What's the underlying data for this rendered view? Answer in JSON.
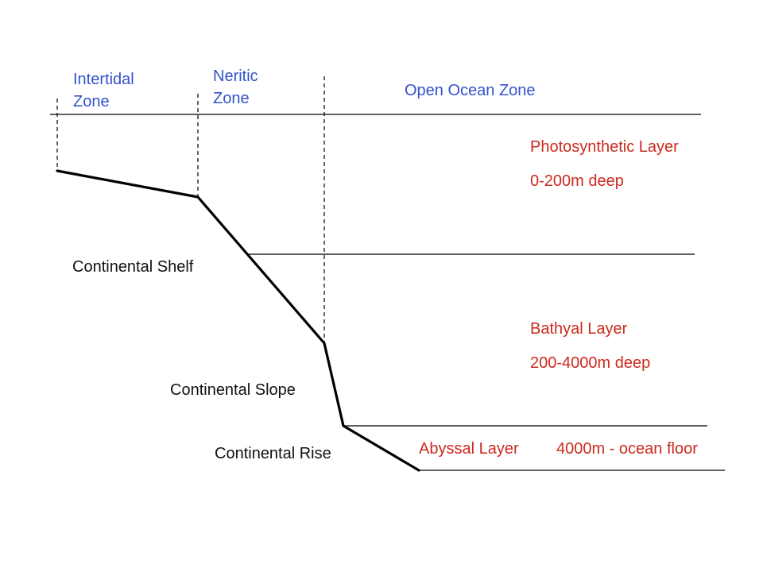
{
  "colors": {
    "zone_text": "#3352cc",
    "layer_text": "#cc2a1e",
    "feature_text": "#111111",
    "lines": "#000000"
  },
  "zones": {
    "intertidal": {
      "line1": "Intertidal",
      "line2": "Zone"
    },
    "neritic": {
      "line1": "Neritic",
      "line2": "Zone"
    },
    "open_ocean": {
      "label": "Open Ocean Zone"
    }
  },
  "layers": {
    "photosynthetic": {
      "name": "Photosynthetic Layer",
      "depth": "0-200m deep"
    },
    "bathyal": {
      "name": "Bathyal Layer",
      "depth": "200-4000m deep"
    },
    "abyssal": {
      "name": "Abyssal Layer",
      "depth": "4000m - ocean floor"
    }
  },
  "features": {
    "shelf": "Continental Shelf",
    "slope": "Continental Slope",
    "rise": "Continental Rise"
  }
}
